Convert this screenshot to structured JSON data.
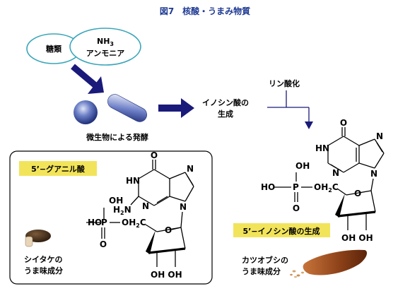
{
  "title": "図7　核酸・うまみ物質",
  "ellipses": {
    "sugar": "糖類",
    "nh3_main": "NH",
    "nh3_sub": "3",
    "ammonia": "アンモニア"
  },
  "microbe_caption": "微生物による発酵",
  "step1": {
    "line1": "イノシン酸の",
    "line2": "生成"
  },
  "step2": "リン酸化",
  "guanylic_label": "5’−グアニル酸",
  "shiitake": {
    "line1": "シイタケの",
    "line2": "うま味成分"
  },
  "inosinic_label": "5’−イノシン酸の生成",
  "katsuobushi": {
    "line1": "カツオブシの",
    "line2": "うま味成分"
  },
  "atoms": {
    "O": "O",
    "N": "N",
    "HN": "HN",
    "H2N_main": "H",
    "H2N_sub": "2",
    "H2N_end": "N",
    "OH": "OH",
    "HO": "HO",
    "P": "P",
    "OH2C_main": "OH",
    "OH2C_sub": "2",
    "OH2C_end": "C",
    "OH_OH": "OH OH"
  },
  "colors": {
    "title_blue": "#1f3a93",
    "arrow_navy": "#1a1a7a",
    "ellipse_stroke": "#3aa6b9",
    "inosinic_box": "#f2e45a",
    "guanylic_box": "#f2e45a"
  }
}
